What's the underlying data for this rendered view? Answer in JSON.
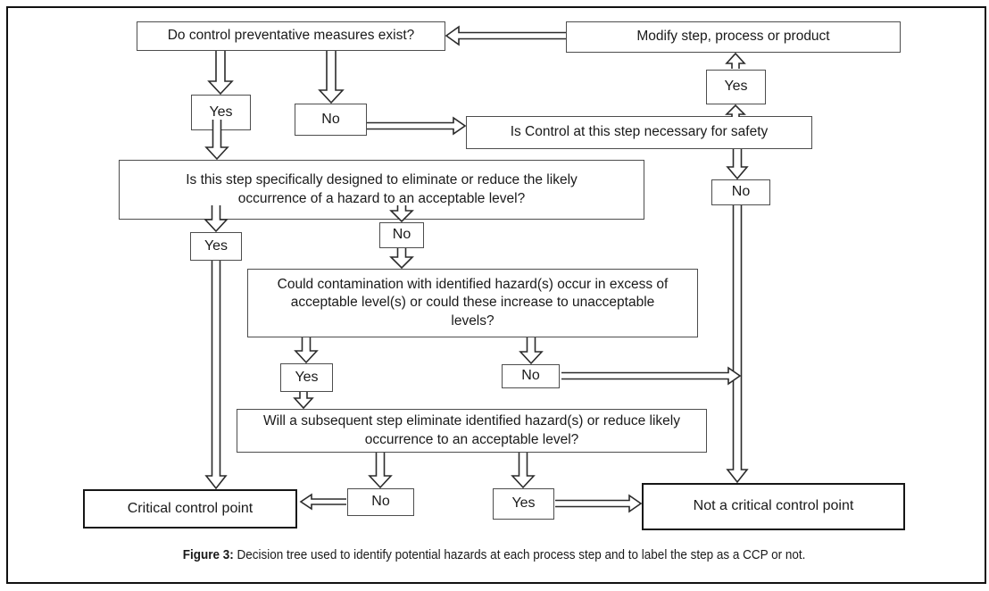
{
  "figure": {
    "caption_label": "Figure 3:",
    "caption_text": " Decision tree used to identify potential hazards at each process step and to label the step as a CCP or not."
  },
  "nodes": {
    "q1": "Do control preventative measures exist?",
    "yes1": "Yes",
    "no1": "No",
    "modify": "Modify step, process or product",
    "yes2": "Yes",
    "is_control": "Is Control at this step necessary for safety",
    "no2": "No",
    "q2": "Is this step specifically designed to eliminate or reduce the likely occurrence of a hazard to an acceptable level?",
    "yes3": "Yes",
    "no3": "No",
    "q3": "Could contamination with identified hazard(s) occur in excess of acceptable level(s) or could these increase to unacceptable levels?",
    "yes4": "Yes",
    "no4": "No",
    "q4": "Will a subsequent step eliminate identified hazard(s) or reduce likely occurrence to an acceptable level?",
    "ccp": "Critical control point",
    "no5": "No",
    "yes5": "Yes",
    "not_ccp": "Not a critical control point"
  },
  "edges": [
    {
      "from": "modify",
      "to": "q1"
    },
    {
      "from": "q1",
      "to": "yes1"
    },
    {
      "from": "q1",
      "to": "no1"
    },
    {
      "from": "no1",
      "to": "is_control"
    },
    {
      "from": "is_control",
      "to": "yes2"
    },
    {
      "from": "yes2",
      "to": "modify"
    },
    {
      "from": "is_control",
      "to": "no2"
    },
    {
      "from": "no2",
      "to": "not_ccp"
    },
    {
      "from": "yes1",
      "to": "q2"
    },
    {
      "from": "q2",
      "to": "yes3"
    },
    {
      "from": "q2",
      "to": "no3"
    },
    {
      "from": "no3",
      "to": "q3"
    },
    {
      "from": "q3",
      "to": "yes4"
    },
    {
      "from": "q3",
      "to": "no4"
    },
    {
      "from": "no4",
      "to": "not_ccp"
    },
    {
      "from": "yes4",
      "to": "q4"
    },
    {
      "from": "q4",
      "to": "no5"
    },
    {
      "from": "q4",
      "to": "yes5"
    },
    {
      "from": "no5",
      "to": "ccp"
    },
    {
      "from": "yes5",
      "to": "not_ccp"
    },
    {
      "from": "yes3",
      "to": "ccp"
    }
  ],
  "colors": {
    "ink": "#1a1a1a",
    "background": "#ffffff"
  }
}
